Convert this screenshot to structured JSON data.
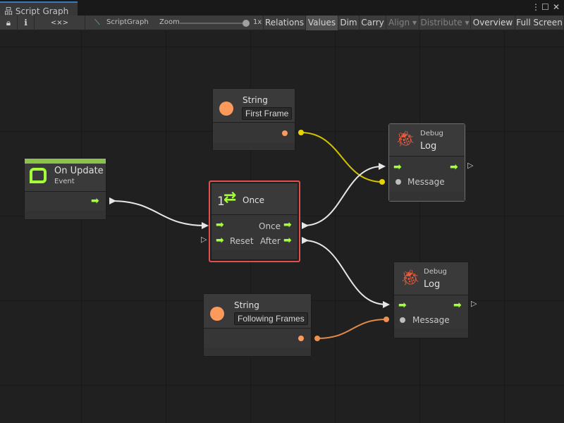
{
  "window": {
    "tab_title": "Script Graph",
    "menu_icon": "kebab-menu-icon",
    "maximize_icon": "maximize-icon",
    "close_icon": "close-icon"
  },
  "toolbar": {
    "lock_icon": "lock-icon",
    "info_icon": "info-icon",
    "embed_label": "<×>",
    "graph_name": "ScriptGraph",
    "zoom_label": "Zoom",
    "zoom_value": "1x",
    "zoom_level": 1.0,
    "buttons": [
      "Relations",
      "Values",
      "Dim",
      "Carry",
      "Align ▾",
      "Distribute ▾",
      "Overview",
      "Full Screen"
    ]
  },
  "colors": {
    "control": "#a6ff3b",
    "string_port": "#fc9a5b",
    "selection": "#e0504f",
    "event_bar": "#8bc34a",
    "string_edge_1": "#d2c200",
    "string_edge_2": "#e08a4a",
    "debug_icon": "#f05a3a"
  },
  "nodes": {
    "on_update": {
      "title": "On Update",
      "subtitle": "Event"
    },
    "string1": {
      "title": "String",
      "value": "First Frame"
    },
    "once": {
      "number": "1",
      "title": "Once",
      "out_once": "Once",
      "in_reset": "Reset",
      "out_after": "After"
    },
    "debug1": {
      "category": "Debug",
      "title": "Log",
      "message": "Message"
    },
    "debug2": {
      "category": "Debug",
      "title": "Log",
      "message": "Message"
    },
    "string2": {
      "title": "String",
      "value": "Following Frames"
    }
  }
}
